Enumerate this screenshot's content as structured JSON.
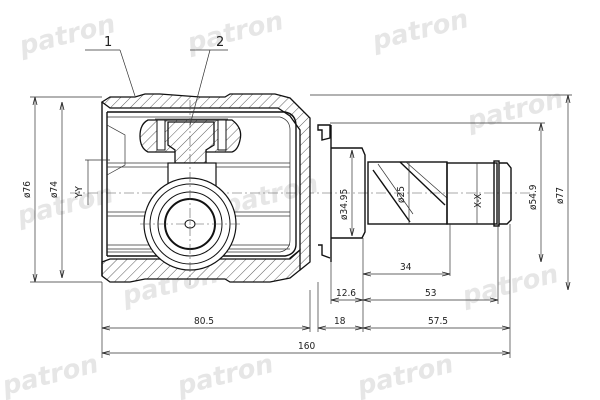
{
  "watermark": {
    "text": "patron",
    "color": "#e6e6e6"
  },
  "callouts": [
    {
      "id": "1",
      "label": "1"
    },
    {
      "id": "2",
      "label": "2"
    }
  ],
  "diameters": {
    "outer_left": "ø76",
    "inner_left": "ø74",
    "section_left": "Y-Y",
    "shaft_collar": "ø34.95",
    "spline": "ø25",
    "section_right": "X-X",
    "shaft_end": "ø54.9",
    "outer_right": "ø77"
  },
  "lengths": {
    "housing": "80.5",
    "flange_gap": "18",
    "shaft": "57.5",
    "overall": "160",
    "collar": "12.6",
    "spline_total": "53",
    "spline_helix": "34"
  },
  "chart_data": {
    "type": "table",
    "title": "Inner CV joint dimensional drawing",
    "diameters_mm": {
      "ø76": 76,
      "ø74": 74,
      "ø34.95": 34.95,
      "ø25": 25,
      "ø54.9": 54.9,
      "ø77": 77
    },
    "lengths_mm": {
      "housing": 80.5,
      "gap": 18,
      "shaft": 57.5,
      "overall": 160,
      "collar": 12.6,
      "spline": 53,
      "helix": 34
    },
    "sections": [
      "Y-Y",
      "X-X"
    ],
    "callouts": [
      "1",
      "2"
    ]
  }
}
